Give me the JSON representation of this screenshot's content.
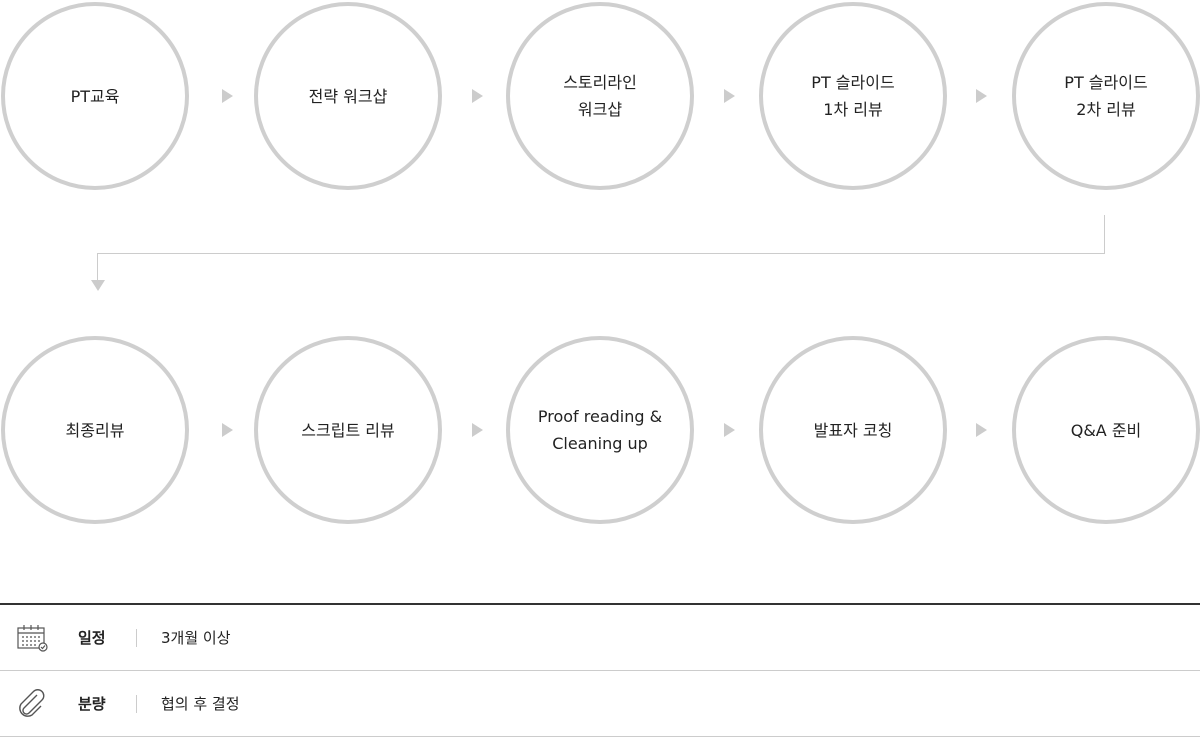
{
  "steps_row1": [
    "PT교육",
    "전략 워크샵",
    "스토리라인\n워크샵",
    "PT 슬라이드\n1차 리뷰",
    "PT 슬라이드\n2차 리뷰"
  ],
  "steps_row2": [
    "최종리뷰",
    "스크립트 리뷰",
    "Proof reading &\nCleaning up",
    "발표자 코칭",
    "Q&A 준비"
  ],
  "info": [
    {
      "icon": "calendar-icon",
      "label": "일정",
      "value": "3개월 이상"
    },
    {
      "icon": "paperclip-icon",
      "label": "분량",
      "value": "협의 후 결정"
    }
  ]
}
